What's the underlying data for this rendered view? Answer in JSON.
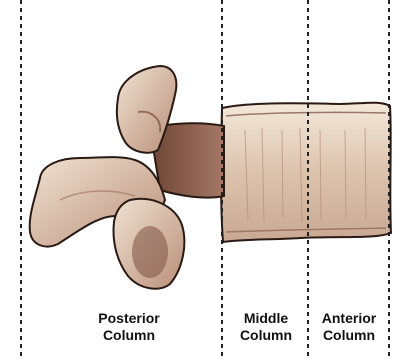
{
  "columns": [
    {
      "line1": "Posterior",
      "line2": "Column"
    },
    {
      "line1": "Middle",
      "line2": "Column"
    },
    {
      "line1": "Anterior",
      "line2": "Column"
    }
  ],
  "colors": {
    "bone_fill": "#e7d9c8",
    "bone_mid": "#c9ab94",
    "bone_shadow": "#8a5e4c",
    "outline": "#2a1a14",
    "divider": "#222222"
  }
}
